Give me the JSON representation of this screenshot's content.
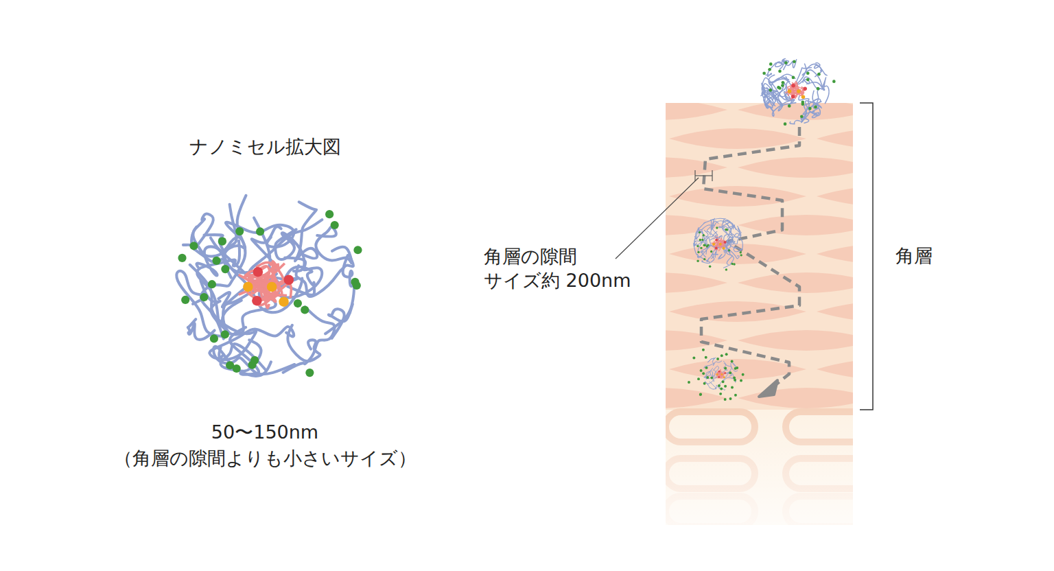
{
  "diagram": {
    "labels": [
      "ナノミセル拡大図",
      "50〜150nm",
      "（角層の隙間よりも小さいサイズ）",
      "角層の隙間 サイズ約 200nm",
      "角層"
    ]
  }
}
